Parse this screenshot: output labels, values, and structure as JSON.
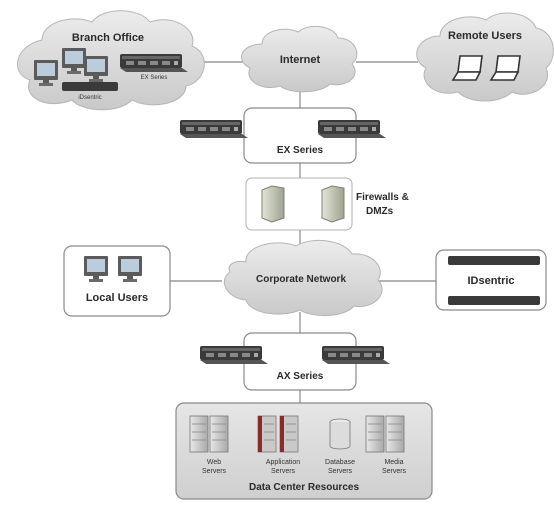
{
  "nodes": {
    "branch_office": {
      "title": "Branch Office",
      "sub_device": "iDsentric",
      "sub_series": "EX Series"
    },
    "internet": {
      "label": "Internet"
    },
    "remote_users": {
      "label": "Remote Users"
    },
    "ex_series": {
      "label": "EX Series"
    },
    "firewalls": {
      "label_line1": "Firewalls &",
      "label_line2": "DMZs"
    },
    "local_users": {
      "label": "Local Users"
    },
    "corporate_network": {
      "label": "Corporate Network"
    },
    "idsentric": {
      "label": "IDsentric"
    },
    "ax_series": {
      "label": "AX Series"
    },
    "data_center": {
      "title": "Data Center Resources",
      "groups": [
        {
          "line1": "Web",
          "line2": "Servers"
        },
        {
          "line1": "Application",
          "line2": "Servers"
        },
        {
          "line1": "Database",
          "line2": "Servers"
        },
        {
          "line1": "Media",
          "line2": "Servers"
        }
      ]
    }
  },
  "colors": {
    "cloud_fill": "#d9d9d9",
    "box_stroke": "#8a8a8a",
    "device_dark": "#3a3a3a",
    "firewall_fill": "#c8cbbd"
  }
}
